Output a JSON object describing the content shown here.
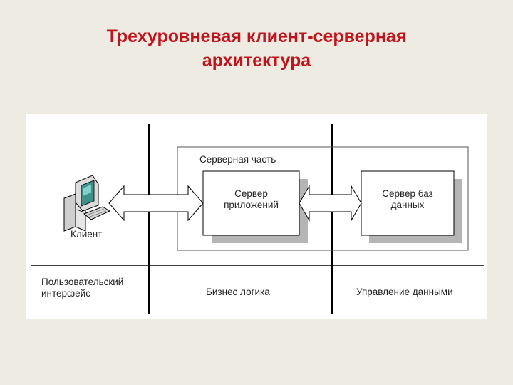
{
  "title": {
    "line1": "Трехуровневая клиент-серверная",
    "line2": "архитектура"
  },
  "diagram": {
    "server_region_label": "Серверная часть",
    "app_server": {
      "line1": "Сервер",
      "line2": "приложений"
    },
    "db_server": {
      "line1": "Сервер баз",
      "line2": "данных"
    },
    "client_label": "Клиент",
    "client_icon": "computer-icon",
    "tiers": {
      "ui": {
        "line1": "Пользовательский",
        "line2": "интерфейс"
      },
      "business": "Бизнес логика",
      "data": "Управление данными"
    }
  }
}
